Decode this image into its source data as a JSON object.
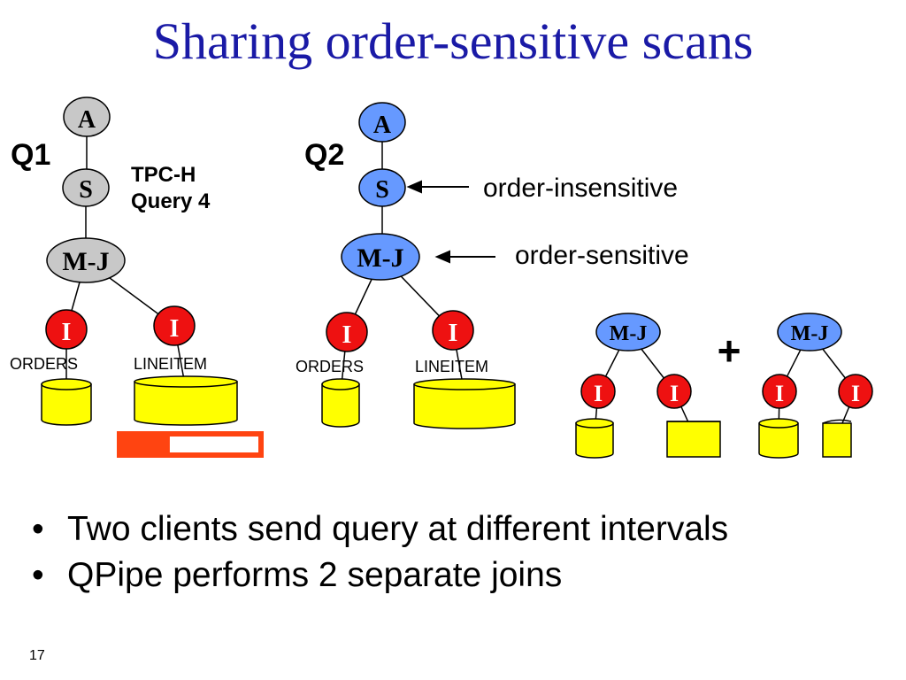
{
  "slide": {
    "title": "Sharing order-sensitive scans",
    "page_number": "17",
    "bullets": [
      "Two clients send query at different intervals",
      "QPipe performs 2 separate joins"
    ]
  },
  "q1": {
    "label": "Q1",
    "note_line1": "TPC-H",
    "note_line2": "Query 4",
    "node_a": "A",
    "node_s": "S",
    "node_mj": "M-J",
    "node_i_left": "I",
    "node_i_right": "I",
    "table_left": "ORDERS",
    "table_right": "LINEITEM",
    "scan_progress": 0.35
  },
  "q2": {
    "label": "Q2",
    "node_a": "A",
    "node_s": "S",
    "node_mj": "M-J",
    "node_i_left": "I",
    "node_i_right": "I",
    "table_left": "ORDERS",
    "table_right": "LINEITEM",
    "annotation_s": "order-insensitive",
    "annotation_mj": "order-sensitive"
  },
  "split": {
    "plus": "+",
    "left_mj": "M-J",
    "left_i1": "I",
    "left_i2": "I",
    "right_mj": "M-J",
    "right_i1": "I",
    "right_i2": "I"
  },
  "colors": {
    "title": "#1a1aa6",
    "node_gray": "#c8c8c8",
    "node_blue": "#6699ff",
    "node_red": "#ee1111",
    "cylinder": "#ffff00",
    "progress": "#ff4411"
  }
}
